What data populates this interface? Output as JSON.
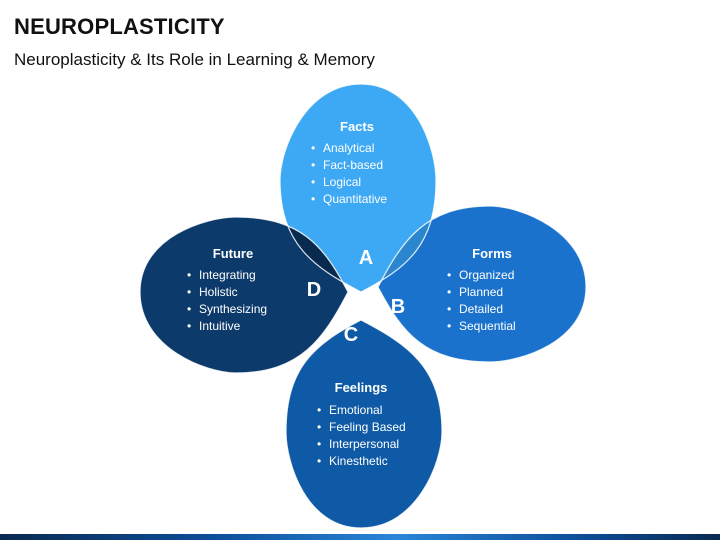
{
  "header": {
    "title": "NEUROPLASTICITY",
    "subtitle": "Neuroplasticity & Its Role in Learning & Memory"
  },
  "diagram": {
    "petals": [
      {
        "key": "facts",
        "letter": "A",
        "title": "Facts",
        "items": [
          "Analytical",
          "Fact-based",
          "Logical",
          "Quantitative"
        ],
        "color": "#3da9f4"
      },
      {
        "key": "forms",
        "letter": "B",
        "title": "Forms",
        "items": [
          "Organized",
          "Planned",
          "Detailed",
          "Sequential"
        ],
        "color": "#1a72cc"
      },
      {
        "key": "feelings",
        "letter": "C",
        "title": "Feelings",
        "items": [
          "Emotional",
          "Feeling Based",
          "Interpersonal",
          "Kinesthetic"
        ],
        "color": "#0f5aa6"
      },
      {
        "key": "future",
        "letter": "D",
        "title": "Future",
        "items": [
          "Integrating",
          "Holistic",
          "Synthesizing",
          "Intuitive"
        ],
        "color": "#0c3a6b"
      }
    ],
    "overlap_colors": {
      "A": "#2b86ce",
      "B": "#0d4f93",
      "C": "#0b3f78",
      "D": "#082a4f"
    }
  }
}
